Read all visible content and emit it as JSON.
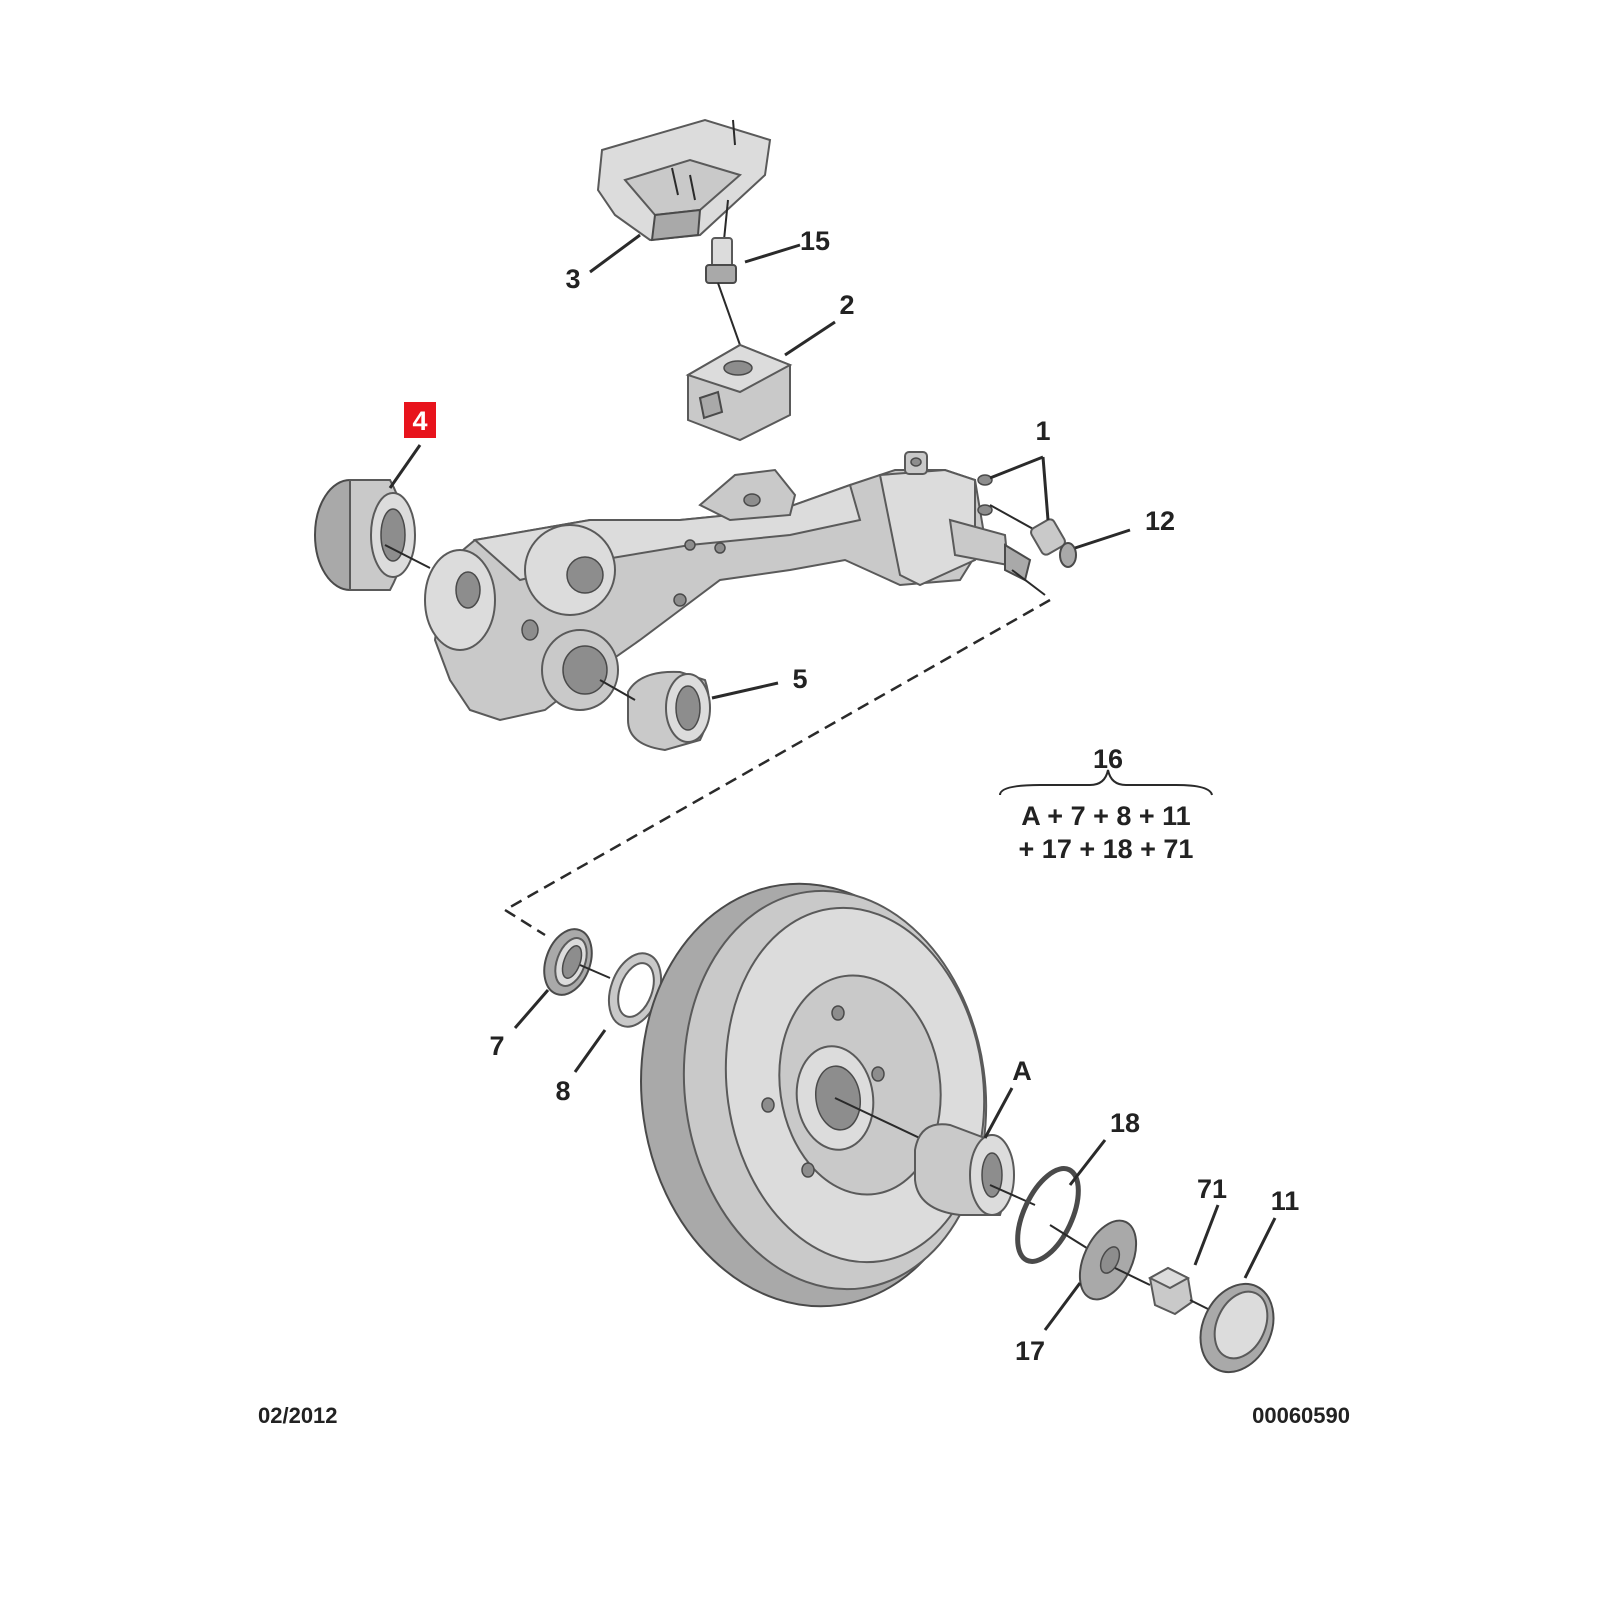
{
  "colors": {
    "highlight_box": "#e8131c",
    "part_fill": "#c9c9c9",
    "outline": "#5a5a5a",
    "label_text": "#222222",
    "background": "#ffffff"
  },
  "parts": {
    "p1": "1",
    "p2": "2",
    "p3": "3",
    "p4": "4",
    "p5": "5",
    "p7": "7",
    "p8": "8",
    "p11": "11",
    "p12": "12",
    "p15": "15",
    "p16": "16",
    "p17": "17",
    "p18": "18",
    "p71": "71",
    "pA": "A"
  },
  "kit": {
    "line1": "A + 7 + 8 + 11",
    "line2": "+ 17 + 18 + 71"
  },
  "footer": {
    "date": "02/2012",
    "code": "00060590"
  }
}
